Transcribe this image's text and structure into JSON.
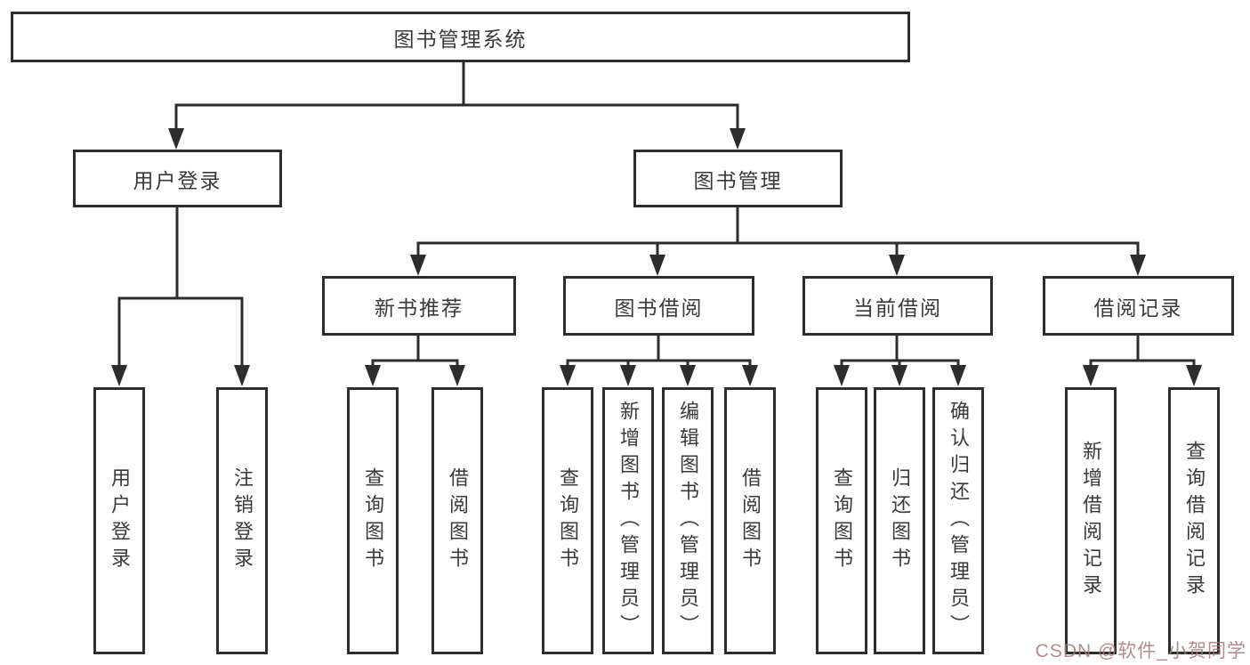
{
  "diagram_title": "图书管理系统",
  "nodes": {
    "root": {
      "label": "图书管理系统"
    },
    "user_login": {
      "label": "用户登录"
    },
    "book_management": {
      "label": "图书管理"
    },
    "new_book_recommend": {
      "label": "新书推荐"
    },
    "book_borrowing": {
      "label": "图书借阅"
    },
    "current_borrowing": {
      "label": "当前借阅"
    },
    "borrowing_records": {
      "label": "借阅记录"
    },
    "leaves": [
      {
        "label": "用户登录"
      },
      {
        "label": "注销登录"
      },
      {
        "label": "查询图书"
      },
      {
        "label": "借阅图书"
      },
      {
        "label": "查询图书"
      },
      {
        "label": "新增图书（管理员）"
      },
      {
        "label": "编辑图书（管理员）"
      },
      {
        "label": "借阅图书"
      },
      {
        "label": "查询图书"
      },
      {
        "label": "归还图书"
      },
      {
        "label": "确认归还（管理员）"
      },
      {
        "label": "新增借阅记录"
      },
      {
        "label": "查询借阅记录"
      }
    ]
  },
  "watermark": "CSDN @软件_小贺同学",
  "colors": {
    "line": "#2d2d2d",
    "text": "#3a3a3a",
    "watermark": "#a47878"
  }
}
